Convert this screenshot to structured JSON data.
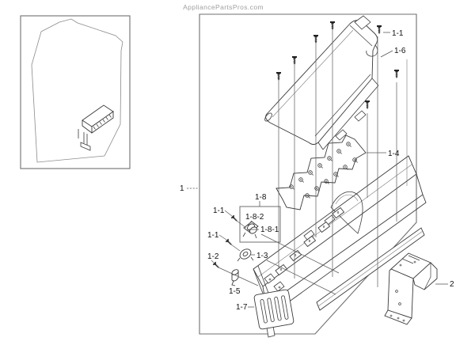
{
  "watermark": "AppliancePartsPros.com",
  "colors": {
    "background": "#ffffff",
    "part_line": "#3a3a3a",
    "frame_line": "#6f6f6f",
    "leader_line": "#5a5a5a",
    "label_text": "#111111",
    "watermark_text": "#a0a0a0"
  },
  "callouts": {
    "assembly": "1",
    "bracket": "2",
    "screw_cover": "1-1",
    "screw_thermo_hi": "1-1",
    "screw_thermo": "1-1",
    "screw_duct": "1-2",
    "thermostat": "1-3",
    "heater": "1-4",
    "holder": "1-5",
    "cover": "1-6",
    "grille": "1-7",
    "thermo_assembly": "1-8",
    "thermo_assembly_part": "1-8-1",
    "thermo_assembly_bracket": "1-8-2"
  }
}
